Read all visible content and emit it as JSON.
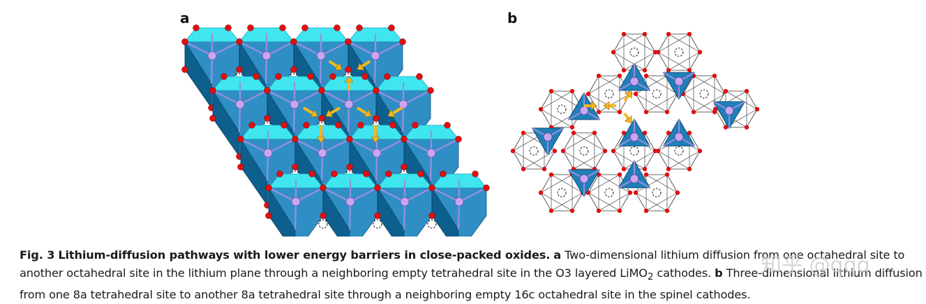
{
  "panel_a": {
    "label": "a"
  },
  "panel_b": {
    "label": "b"
  },
  "caption": {
    "fig_label": "Fig. 3",
    "title": "Lithium-diffusion pathways with lower energy barriers in close-packed oxides.",
    "a_label": "a",
    "a_text_1": "Two-dimensional lithium diffusion from one octahedral site to another octahedral site in the lithium plane through a neighboring empty tetrahedral site in the O3 layered LiMO",
    "a_sub": "2",
    "a_text_2": " cathodes.",
    "b_label": "b",
    "b_text": "Three-dimensional lithium diffusion from one 8a tetrahedral site to another 8a tetrahedral site through a neighboring empty 16c octahedral site in the spinel cathodes."
  },
  "watermark": "知乎 @qqq",
  "colors": {
    "oxygen": "#e01010",
    "octa_top": "#3fe6f0",
    "octa_front": "#2f8fc4",
    "octa_side": "#0d5f8e",
    "lithium": "#c9a7f0",
    "arrow": "#f5b820",
    "bond": "#9a8fe0"
  }
}
